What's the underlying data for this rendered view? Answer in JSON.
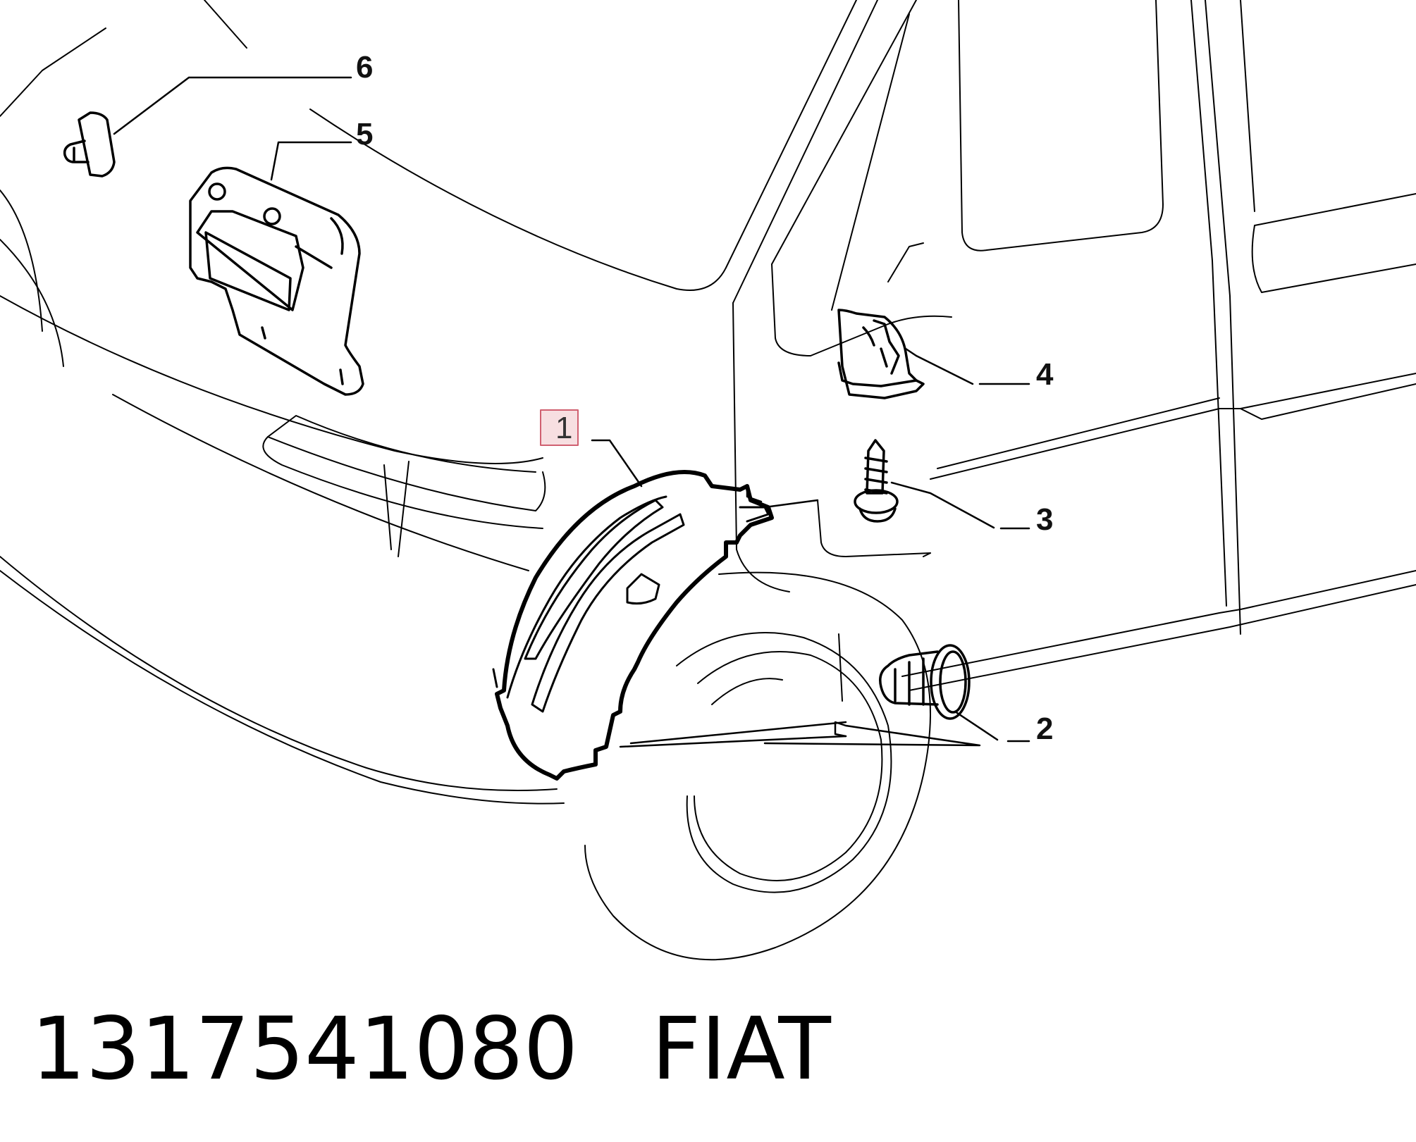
{
  "diagram": {
    "callouts": [
      {
        "id": "1",
        "label": "1",
        "highlighted": true
      },
      {
        "id": "2",
        "label": "2",
        "highlighted": false
      },
      {
        "id": "3",
        "label": "3",
        "highlighted": false
      },
      {
        "id": "4",
        "label": "4",
        "highlighted": false
      },
      {
        "id": "5",
        "label": "5",
        "highlighted": false
      },
      {
        "id": "6",
        "label": "6",
        "highlighted": false
      }
    ],
    "highlight_color": "#f0c4c8",
    "line_color": "#000000"
  },
  "caption": {
    "part_number": "1317541080",
    "brand": "FIAT"
  }
}
